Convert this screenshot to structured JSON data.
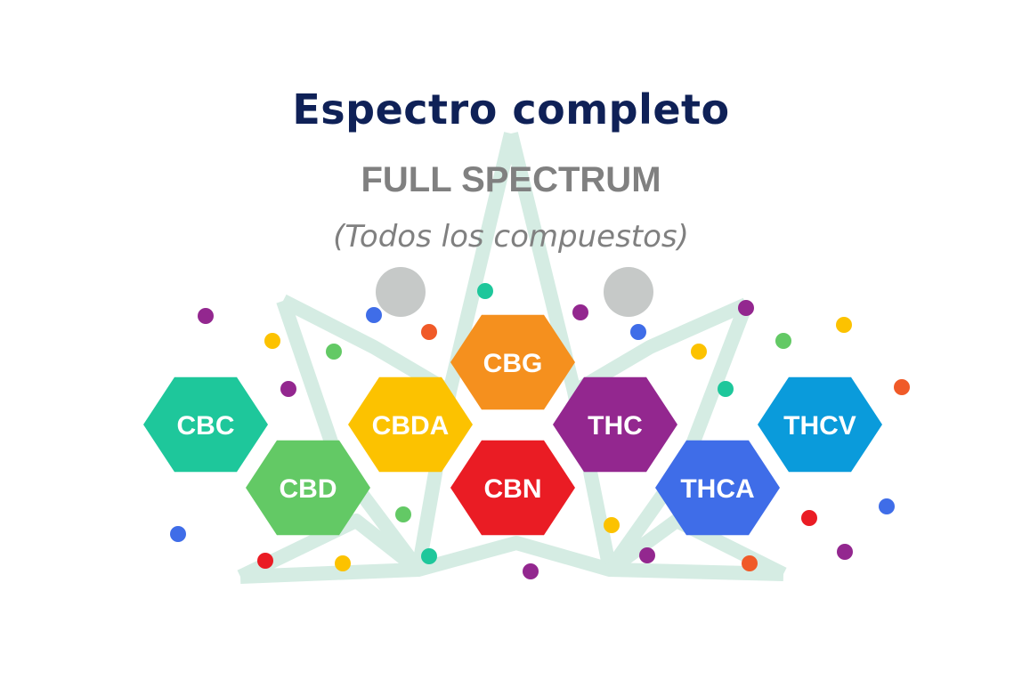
{
  "title": "Espectro completo",
  "subtitle": "FULL SPECTRUM",
  "note": "(Todos los compuestos)",
  "colors": {
    "leaf": "#d5ece3",
    "title": "#0f2157",
    "subtitle": "#808080",
    "text_on_hex": "#ffffff",
    "ball_gray": "#c6c9c8"
  },
  "compounds": [
    {
      "label": "CBC",
      "color": "#1ec79b"
    },
    {
      "label": "CBD",
      "color": "#63c965"
    },
    {
      "label": "CBDA",
      "color": "#fcc200"
    },
    {
      "label": "CBG",
      "color": "#f5901e"
    },
    {
      "label": "CBN",
      "color": "#ea1c24"
    },
    {
      "label": "THC",
      "color": "#93278f"
    },
    {
      "label": "THCA",
      "color": "#3f6de8"
    },
    {
      "label": "THCV",
      "color": "#0a9bdb"
    }
  ]
}
